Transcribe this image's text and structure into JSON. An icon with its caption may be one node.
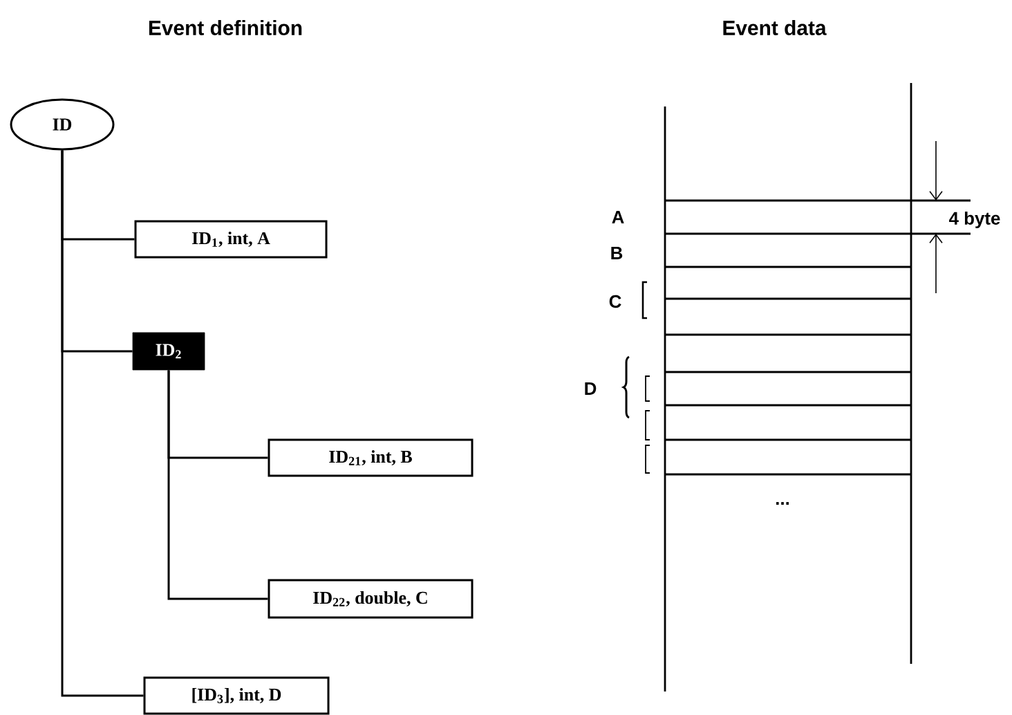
{
  "diagram": {
    "nodes": [
      {
        "text": [
          "ID"
        ]
      },
      {
        "text": [
          "ID$_{1}$, int, A"
        ]
      },
      {
        "text": [
          "ID$_{2}$"
        ]
      },
      {
        "text": [
          "ID$_{21}$, int, B"
        ]
      },
      {
        "text": [
          "ID$_{22}$, double, C"
        ]
      },
      {
        "text": [
          "[ID$_{3}$], int, D"
        ]
      }
    ],
    "edges": [
      {
        "from": 0,
        "to": 1,
        "arrow": "none"
      },
      {
        "from": 0,
        "to": 2,
        "arrow": "none"
      },
      {
        "from": 0,
        "to": 5,
        "arrow": "none"
      },
      {
        "from": 2,
        "to": 3,
        "arrow": "none"
      },
      {
        "from": 2,
        "to": 4,
        "arrow": "none"
      }
    ],
    "labels": [
      "Event definition",
      "Event data",
      "A",
      "4 byte",
      "B",
      "C",
      "D",
      "..."
    ]
  }
}
